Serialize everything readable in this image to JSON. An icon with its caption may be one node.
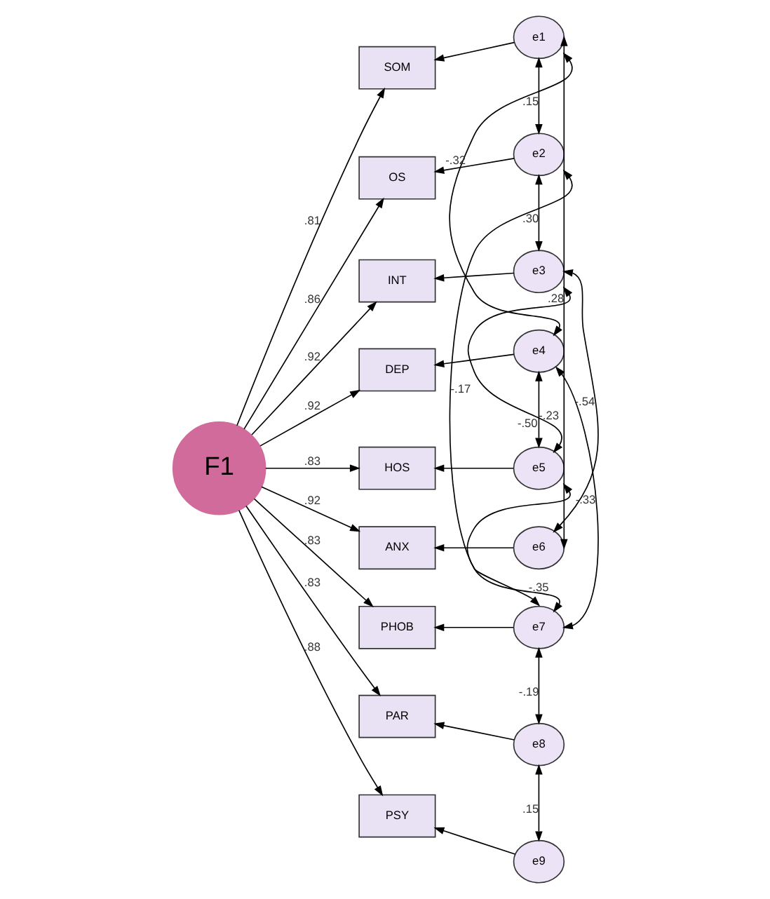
{
  "diagram": {
    "nodes": [
      {
        "text": [
          "F1"
        ]
      },
      {
        "text": [
          "SOM"
        ]
      },
      {
        "text": [
          "OS"
        ]
      },
      {
        "text": [
          "INT"
        ]
      },
      {
        "text": [
          "DEP"
        ]
      },
      {
        "text": [
          "HOS"
        ]
      },
      {
        "text": [
          "ANX"
        ]
      },
      {
        "text": [
          "PHOB"
        ]
      },
      {
        "text": [
          "PAR"
        ]
      },
      {
        "text": [
          "PSY"
        ]
      },
      {
        "text": [
          "e1"
        ]
      },
      {
        "text": [
          "e2"
        ]
      },
      {
        "text": [
          "e3"
        ]
      },
      {
        "text": [
          "e4"
        ]
      },
      {
        "text": [
          "e5"
        ]
      },
      {
        "text": [
          "e6"
        ]
      },
      {
        "text": [
          "e7"
        ]
      },
      {
        "text": [
          "e8"
        ]
      },
      {
        "text": [
          "e9"
        ]
      }
    ],
    "edges": [
      {
        "from": 0,
        "to": 1,
        "arrow": "to",
        "label": ".81"
      },
      {
        "from": 0,
        "to": 2,
        "arrow": "to",
        "label": ".86"
      },
      {
        "from": 0,
        "to": 3,
        "arrow": "to",
        "label": ".92"
      },
      {
        "from": 0,
        "to": 4,
        "arrow": "to",
        "label": ".92"
      },
      {
        "from": 0,
        "to": 5,
        "arrow": "to",
        "label": ".83"
      },
      {
        "from": 0,
        "to": 6,
        "arrow": "to",
        "label": ".92"
      },
      {
        "from": 0,
        "to": 7,
        "arrow": "to",
        "label": ".83"
      },
      {
        "from": 0,
        "to": 8,
        "arrow": "to",
        "label": ".83"
      },
      {
        "from": 0,
        "to": 9,
        "arrow": "to",
        "label": ".88"
      },
      {
        "from": 10,
        "to": 1,
        "arrow": "to"
      },
      {
        "from": 11,
        "to": 2,
        "arrow": "to"
      },
      {
        "from": 12,
        "to": 3,
        "arrow": "to"
      },
      {
        "from": 13,
        "to": 4,
        "arrow": "to"
      },
      {
        "from": 14,
        "to": 5,
        "arrow": "to"
      },
      {
        "from": 15,
        "to": 6,
        "arrow": "to"
      },
      {
        "from": 16,
        "to": 7,
        "arrow": "to"
      },
      {
        "from": 17,
        "to": 8,
        "arrow": "to"
      },
      {
        "from": 18,
        "to": 9,
        "arrow": "to"
      },
      {
        "from": 10,
        "to": 11,
        "arrow": "both",
        "label": ".15"
      },
      {
        "from": 10,
        "to": 13,
        "arrow": "both",
        "label": "-.32"
      },
      {
        "from": 11,
        "to": 12,
        "arrow": "both",
        "label": ".30"
      },
      {
        "from": 12,
        "to": 14,
        "arrow": "both",
        "label": "-.50"
      },
      {
        "from": 12,
        "to": 15,
        "arrow": "both",
        "label": "-.54"
      },
      {
        "from": 10,
        "to": 15,
        "arrow": "both",
        "label": ".28"
      },
      {
        "from": 11,
        "to": 16,
        "arrow": "both",
        "label": "-.17"
      },
      {
        "from": 13,
        "to": 14,
        "arrow": "both",
        "label": "-.23"
      },
      {
        "from": 14,
        "to": 16,
        "arrow": "both",
        "label": "-.35"
      },
      {
        "from": 13,
        "to": 16,
        "arrow": "both",
        "label": "-.33"
      },
      {
        "from": 16,
        "to": 17,
        "arrow": "both",
        "label": "-.19"
      },
      {
        "from": 17,
        "to": 18,
        "arrow": "both",
        "label": ".15"
      }
    ]
  }
}
